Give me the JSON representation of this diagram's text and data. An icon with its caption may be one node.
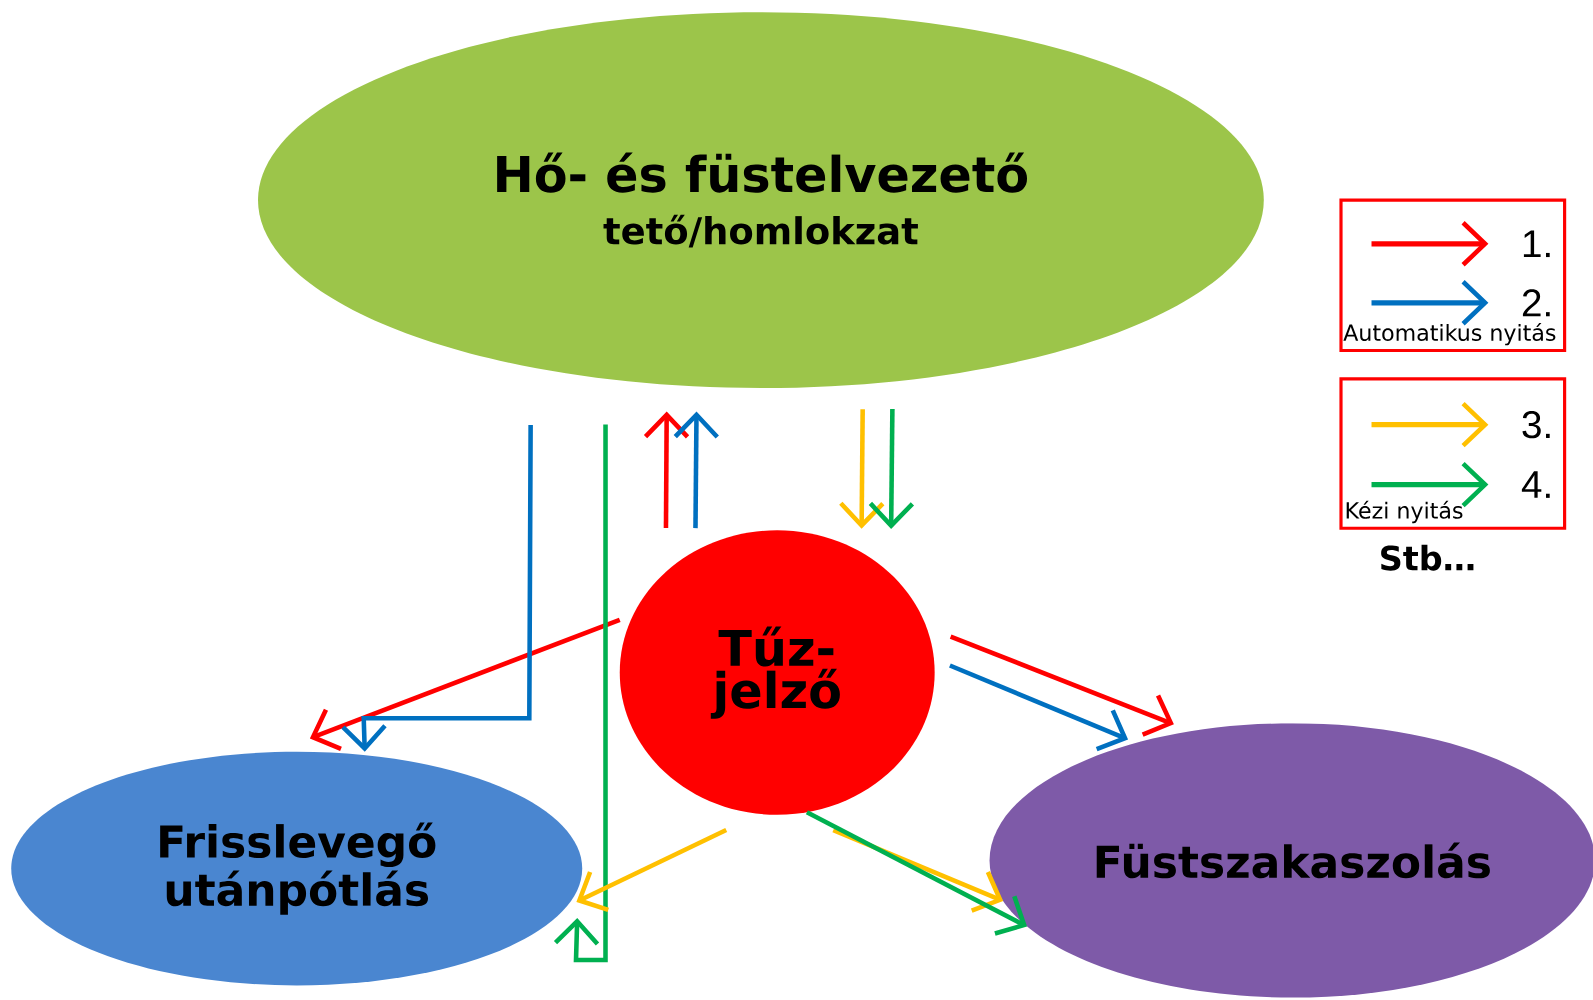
{
  "diagram": {
    "nodes": [
      {
        "text": [
          "Hő- és füstelvezető",
          "tető/homlokzat"
        ]
      },
      {
        "text": [
          "Tűz- jelző"
        ]
      },
      {
        "text": [
          "Frisslevegő utánpótlás"
        ]
      },
      {
        "text": [
          "Füstszakaszolás"
        ]
      }
    ],
    "edges": [
      {
        "from": 1,
        "to": 0,
        "arrow": "to",
        "color": "#ff0000"
      },
      {
        "from": 1,
        "to": 0,
        "arrow": "to",
        "color": "#0070c0"
      },
      {
        "from": 0,
        "to": 1,
        "arrow": "to",
        "color": "#ffc000"
      },
      {
        "from": 0,
        "to": 1,
        "arrow": "to",
        "color": "#00b050"
      },
      {
        "from": 1,
        "to": 2,
        "arrow": "to",
        "color": "#ff0000"
      },
      {
        "from": 0,
        "to": 2,
        "arrow": "to",
        "color": "#0070c0"
      },
      {
        "from": 0,
        "to": 2,
        "arrow": "to",
        "color": "#00b050"
      },
      {
        "from": 1,
        "to": 2,
        "arrow": "to",
        "color": "#ffc000"
      },
      {
        "from": 1,
        "to": 3,
        "arrow": "to",
        "color": "#ff0000"
      },
      {
        "from": 1,
        "to": 3,
        "arrow": "to",
        "color": "#0070c0"
      },
      {
        "from": 1,
        "to": 3,
        "arrow": "to",
        "color": "#ffc000"
      },
      {
        "from": 1,
        "to": 3,
        "arrow": "to",
        "color": "#00b050"
      }
    ],
    "labels": [
      "Automatikus nyitás",
      "Kézi nyitás",
      "Stb…"
    ],
    "legend": [
      {
        "text": "1."
      },
      {
        "text": "2."
      },
      {
        "text": "3."
      },
      {
        "text": "4."
      }
    ]
  }
}
